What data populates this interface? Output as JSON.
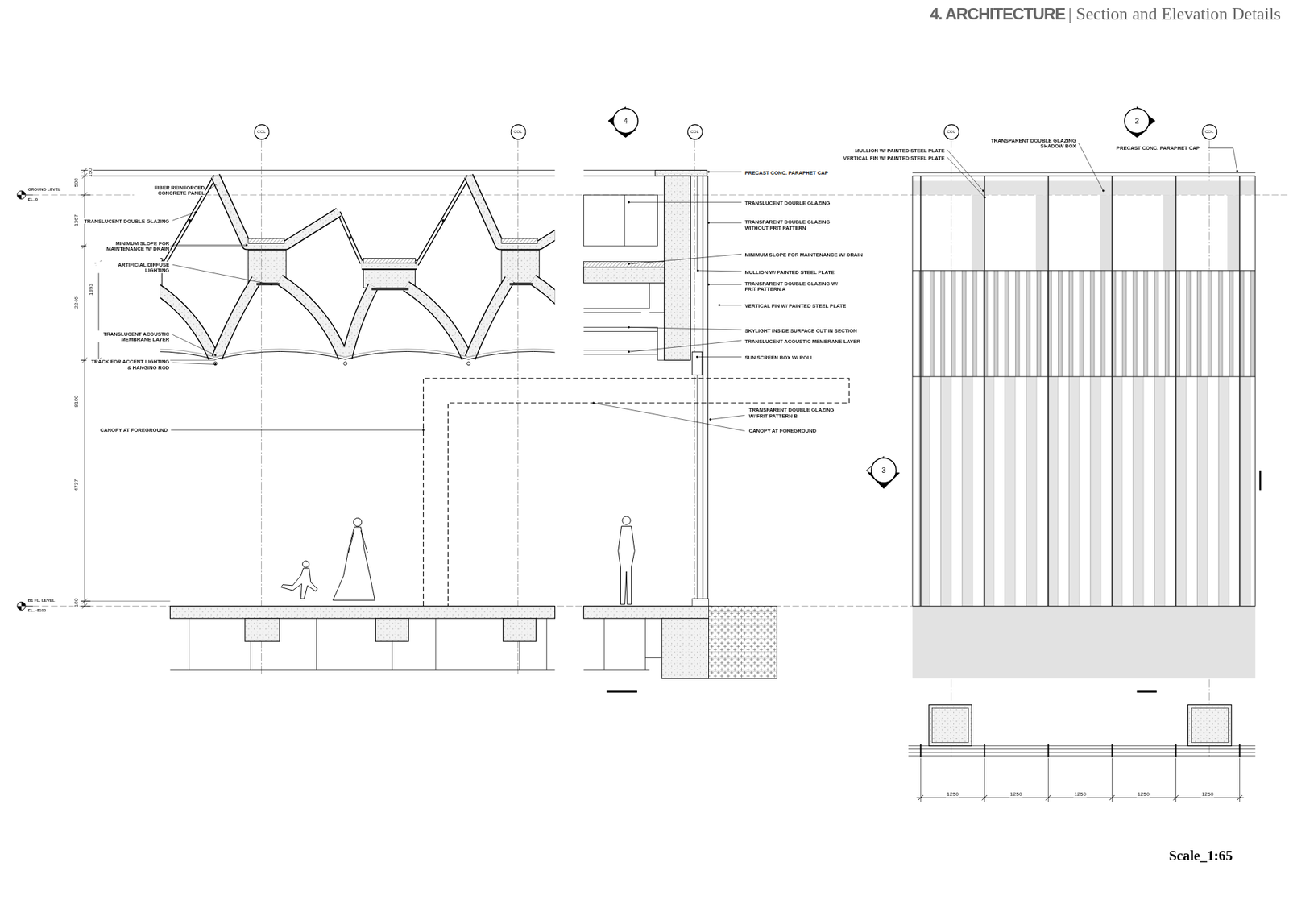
{
  "diagram": {
    "title": "4. ARCHITECTURE",
    "caption": "Scale_1:65",
    "nodes": [
      {
        "text": [
          "4"
        ]
      },
      {
        "text": [
          "2"
        ]
      },
      {
        "text": [
          "COL"
        ]
      },
      {
        "text": [
          "COL"
        ]
      },
      {
        "text": [
          "COL"
        ]
      },
      {
        "text": [
          "COL"
        ]
      },
      {
        "text": [
          "COL"
        ]
      },
      {
        "text": [
          "3"
        ]
      }
    ],
    "labels": [
      "| Section and Elevation Details",
      "GROUND LEVEL",
      "EL. 0",
      "B1 FL. LEVEL",
      "EL. -8100",
      "500",
      "150",
      "1367",
      "2246",
      "1893",
      "8100",
      "4737",
      "100",
      "FIBER REINFORCED CONCRETE PANEL",
      "TRANSLUCENT DOUBLE GLAZING",
      "MINIMUM SLOPE FOR MAINTENANCE W/ DRAIN",
      "ARTIFICIAL DIFFUSE LIGHTING",
      "TRANSLUCENT ACOUSTIC MEMBRANE LAYER",
      "TRACK FOR ACCENT LIGHTING & HANGING ROD",
      "CANOPY AT FOREGROUND",
      "PRECAST CONC. PARAPHET CAP",
      "TRANSLUCENT DOUBLE GLAZING",
      "TRANSPARENT DOUBLE GLAZING WITHOUT FRIT PATTERN",
      "MINIMUM SLOPE FOR MAINTENANCE W/ DRAIN",
      "MULLION W/ PAINTED STEEL PLATE",
      "TRANSPARENT DOUBLE GLAZING W/ FRIT PATTERN A",
      "VERTICAL FIN W/ PAINTED STEEL PLATE",
      "SKYLIGHT INSIDE SURFACE CUT IN SECTION",
      "TRANSLUCENT ACOUSTIC MEMBRANE LAYER",
      "SUN SCREEN BOX W/ ROLL",
      "TRANSPARENT DOUBLE GLAZING W/ FRIT PATTERN B",
      "CANOPY AT FOREGROUND",
      "TRANSPARENT DOUBLE GLAZING SHADOW BOX",
      "MULLION W/ PAINTED STEEL PLATE",
      "VERTICAL FIN W/ PAINTED STEEL PLATE",
      "PRECAST CONC. PARAPHET CAP",
      "1250",
      "1250",
      "1250",
      "1250",
      "1250"
    ]
  }
}
